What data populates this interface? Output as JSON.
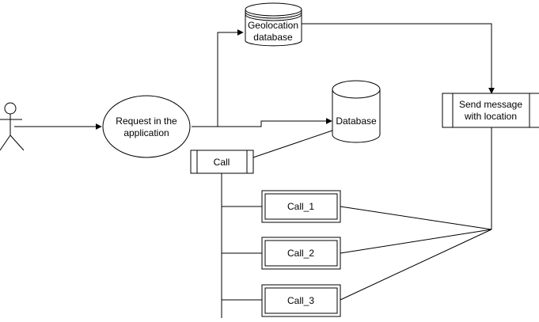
{
  "nodes": {
    "request": {
      "label_line1": "Request in the",
      "label_line2": "application"
    },
    "geo_db": {
      "label_line1": "Geolocation",
      "label_line2": "database"
    },
    "database": {
      "label": "Database"
    },
    "send": {
      "label_line1": "Send message",
      "label_line2": "with location"
    },
    "call": {
      "label": "Call"
    },
    "call_1": {
      "label": "Call_1"
    },
    "call_2": {
      "label": "Call_2"
    },
    "call_3": {
      "label": "Call_3"
    }
  },
  "colors": {
    "stroke": "#000000",
    "background": "#ffffff"
  }
}
